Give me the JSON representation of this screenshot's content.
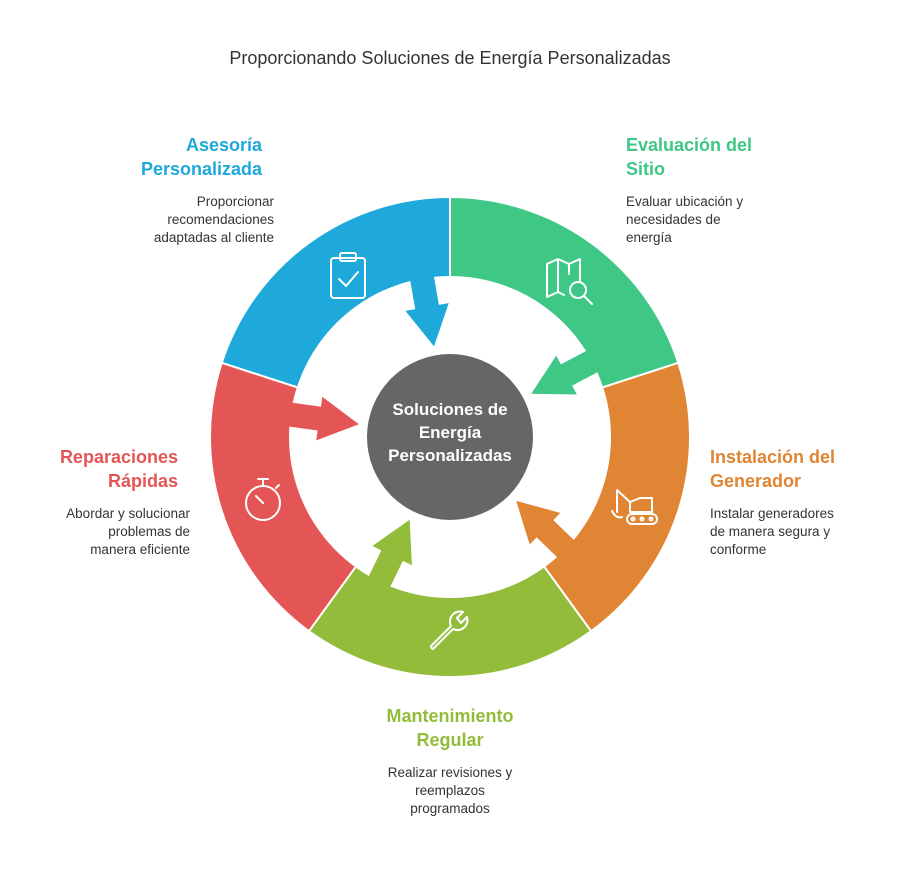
{
  "title": "Proporcionando Soluciones de Energía Personalizadas",
  "center": {
    "line1": "Soluciones de",
    "line2": "Energía",
    "line3": "Personalizadas",
    "color": "#666666"
  },
  "segments": [
    {
      "id": "asesoria",
      "title_1": "Asesoría",
      "title_2": "Personalizada",
      "desc_1": "Proporcionar",
      "desc_2": "recomendaciones",
      "desc_3": "adaptadas al cliente",
      "color": "#1fa9da",
      "icon": "clipboard-check-icon"
    },
    {
      "id": "evaluacion",
      "title_1": "Evaluación del",
      "title_2": "Sitio",
      "desc_1": "Evaluar ubicación y",
      "desc_2": "necesidades de",
      "desc_3": "energía",
      "color": "#3ec785",
      "icon": "map-search-icon"
    },
    {
      "id": "instalacion",
      "title_1": "Instalación del",
      "title_2": "Generador",
      "desc_1": "Instalar generadores",
      "desc_2": "de manera segura y",
      "desc_3": "conforme",
      "color": "#e08533",
      "icon": "excavator-icon"
    },
    {
      "id": "mantenimiento",
      "title_1": "Mantenimiento",
      "title_2": "Regular",
      "desc_1": "Realizar revisiones y",
      "desc_2": "reemplazos",
      "desc_3": "programados",
      "color": "#93bc3a",
      "icon": "wrench-icon"
    },
    {
      "id": "reparaciones",
      "title_1": "Reparaciones",
      "title_2": "Rápidas",
      "desc_1": "Abordar y solucionar",
      "desc_2": "problemas de",
      "desc_3": "manera eficiente",
      "color": "#e45656",
      "icon": "stopwatch-icon"
    }
  ]
}
